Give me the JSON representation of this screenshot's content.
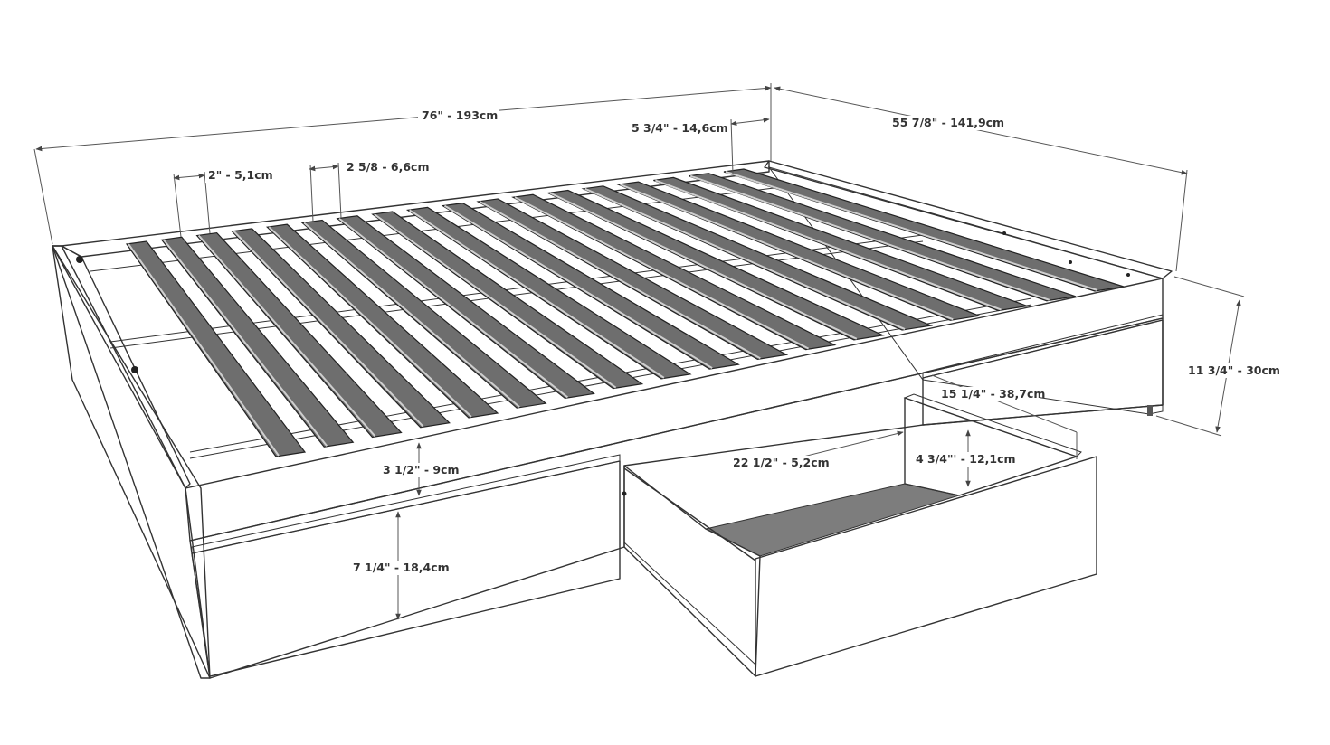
{
  "colors": {
    "line": "#333333",
    "slat": "#6e6e6e",
    "panel_light": "#f2f2f2",
    "panel_white": "#ffffff",
    "floor_shade": "#7a7a7a",
    "side_shade": "#d0d0d0"
  },
  "dimensions": {
    "overall_length": "76\" - 193cm",
    "overall_width": "55 7/8\" - 141,9cm",
    "slat_width": "2\" - 5,1cm",
    "slat_gap": "2 5/8 - 6,6cm",
    "end_offset": "5 3/4\" - 14,6cm",
    "overall_height": "11 3/4\" - 30cm",
    "drawer_opening_width": "15 1/4\" - 38,7cm",
    "drawer_depth": "22 1/2\" - 5,2cm",
    "drawer_inner_height": "4 3/4\"' - 12,1cm",
    "top_rail_height": "3 1/2\" - 9cm",
    "drawer_front_height": "7 1/4\" - 18,4cm"
  }
}
